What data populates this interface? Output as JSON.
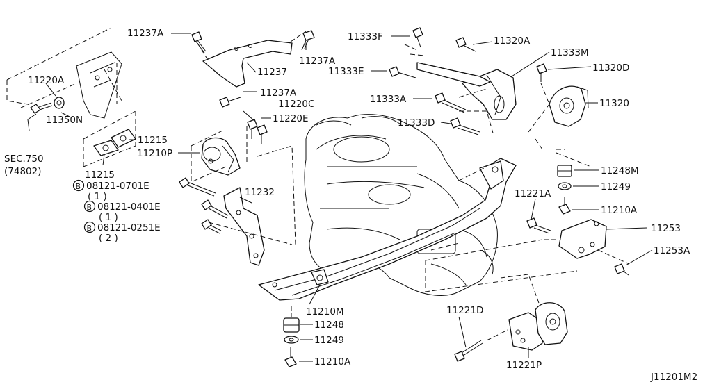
{
  "diagram": {
    "code": "J11201M2",
    "sec_ref": "SEC.750",
    "sec_ref_sub": "(74802)",
    "callouts": [
      {
        "id": "c-11237a-1",
        "text": "11237A"
      },
      {
        "id": "c-11237a-2",
        "text": "11237A"
      },
      {
        "id": "c-11237",
        "text": "11237"
      },
      {
        "id": "c-11237a-3",
        "text": "11237A"
      },
      {
        "id": "c-11220a",
        "text": "11220A"
      },
      {
        "id": "c-11350n",
        "text": "11350N"
      },
      {
        "id": "c-11220c",
        "text": "11220C"
      },
      {
        "id": "c-11220e",
        "text": "11220E"
      },
      {
        "id": "c-11215-1",
        "text": "11215"
      },
      {
        "id": "c-11210p",
        "text": "11210P"
      },
      {
        "id": "c-11215-2",
        "text": "11215"
      },
      {
        "id": "c-11232",
        "text": "11232"
      },
      {
        "id": "c-11333f",
        "text": "11333F"
      },
      {
        "id": "c-11320a",
        "text": "11320A"
      },
      {
        "id": "c-11333m",
        "text": "11333M"
      },
      {
        "id": "c-11333e",
        "text": "11333E"
      },
      {
        "id": "c-11320d",
        "text": "11320D"
      },
      {
        "id": "c-11333a",
        "text": "11333A"
      },
      {
        "id": "c-11320",
        "text": "11320"
      },
      {
        "id": "c-11333d",
        "text": "11333D"
      },
      {
        "id": "c-11248m",
        "text": "11248M"
      },
      {
        "id": "c-11249-1",
        "text": "11249"
      },
      {
        "id": "c-11221a",
        "text": "11221A"
      },
      {
        "id": "c-11210a-1",
        "text": "11210A"
      },
      {
        "id": "c-11253",
        "text": "11253"
      },
      {
        "id": "c-11253a",
        "text": "11253A"
      },
      {
        "id": "c-11210m",
        "text": "11210M"
      },
      {
        "id": "c-11248",
        "text": "11248"
      },
      {
        "id": "c-11249-2",
        "text": "11249"
      },
      {
        "id": "c-11210a-2",
        "text": "11210A"
      },
      {
        "id": "c-11221d",
        "text": "11221D"
      },
      {
        "id": "c-11221p",
        "text": "11221P"
      }
    ],
    "bolts": [
      {
        "id": "b1",
        "circle": "B",
        "part": "08121-0701E",
        "qty": "( 1 )"
      },
      {
        "id": "b2",
        "circle": "B",
        "part": "08121-0401E",
        "qty": "( 1 )"
      },
      {
        "id": "b3",
        "circle": "B",
        "part": "08121-0251E",
        "qty": "( 2 )"
      }
    ]
  }
}
